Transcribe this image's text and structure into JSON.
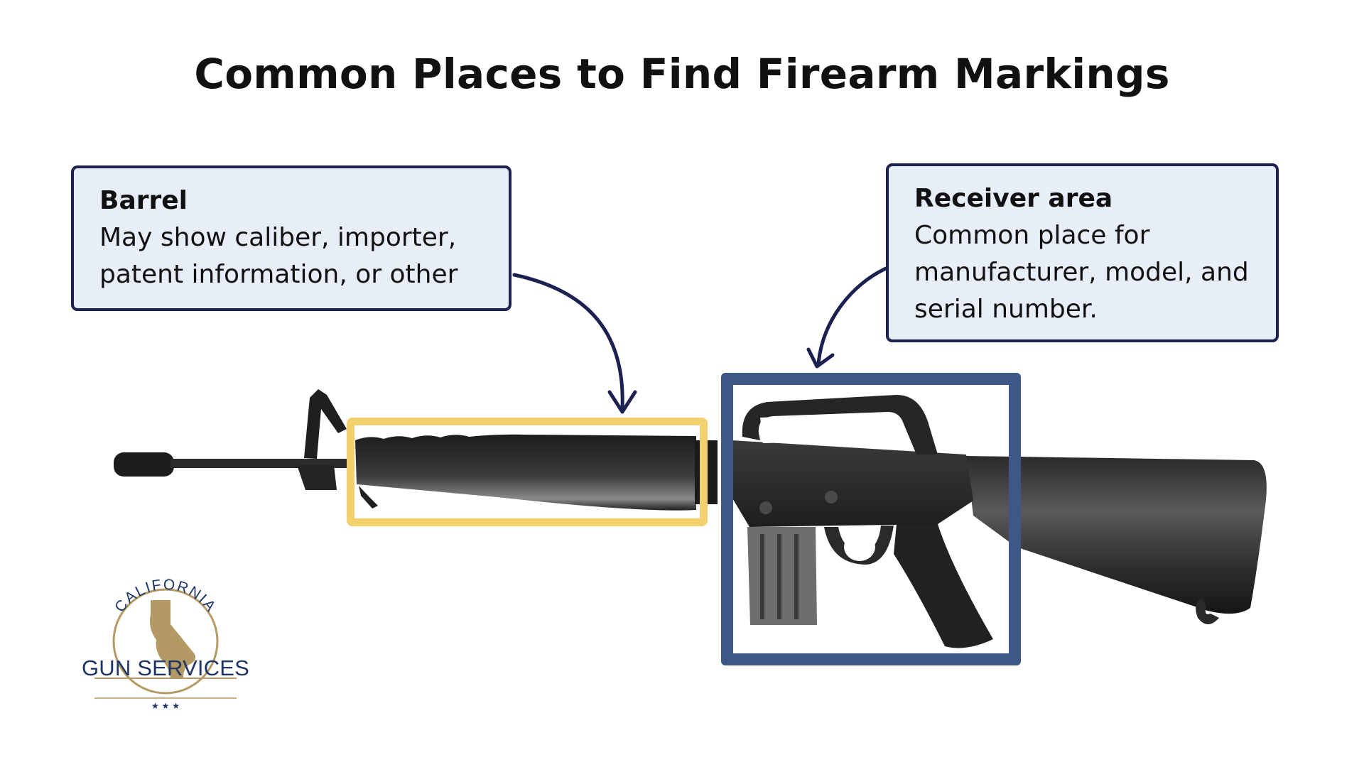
{
  "title": "Common Places to Find Firearm Markings",
  "callouts": {
    "barrel": {
      "heading": "Barrel",
      "lines": [
        "May show caliber, importer,",
        "patent information, or other"
      ]
    },
    "receiver": {
      "heading": "Receiver area",
      "lines": [
        "Common place for",
        "manufacturer, model, and",
        "serial number."
      ]
    }
  },
  "logo": {
    "arc_text": "CALIFORNIA",
    "brand_text": "GUN SERVICES",
    "stars": "★ ★ ★"
  },
  "colors": {
    "callout_border": "#1c2150",
    "callout_fill": "#e8eef8",
    "barrel_highlight": "#f3d06e",
    "receiver_highlight": "#3d5787",
    "arrow": "#1c2150",
    "logo_gold": "#b39a64",
    "logo_navy": "#1f3566"
  }
}
